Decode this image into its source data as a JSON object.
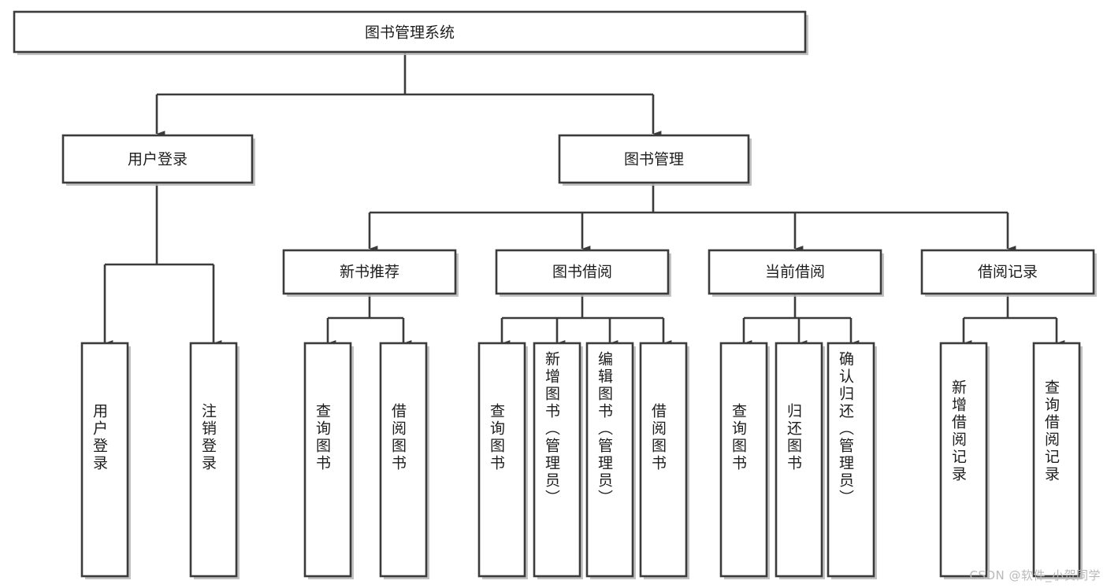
{
  "diagram": {
    "title": "图书管理系统",
    "type": "tree",
    "orientation": "top-down",
    "colors": {
      "stroke": "#3b3b3b",
      "box_fill": "#ffffff",
      "text": "#1d1d1d",
      "shadow": "#b8b8b8",
      "watermark": "#b9b9b9",
      "background": "#ffffff"
    },
    "root": {
      "label": "图书管理系统"
    },
    "level2": [
      {
        "label": "用户登录"
      },
      {
        "label": "图书管理"
      }
    ],
    "level3": [
      {
        "label": "新书推荐"
      },
      {
        "label": "图书借阅"
      },
      {
        "label": "当前借阅"
      },
      {
        "label": "借阅记录"
      }
    ],
    "leaves": {
      "user_login": [
        {
          "label": "用户登录"
        },
        {
          "label": "注销登录"
        }
      ],
      "new_book_recommend": [
        {
          "label": "查询图书"
        },
        {
          "label": "借阅图书"
        }
      ],
      "book_borrow": [
        {
          "label": "查询图书"
        },
        {
          "label": "新增图书（管理员）"
        },
        {
          "label": "编辑图书（管理员）"
        },
        {
          "label": "借阅图书"
        }
      ],
      "current_borrow": [
        {
          "label": "查询图书"
        },
        {
          "label": "归还图书"
        },
        {
          "label": "确认归还（管理员）"
        }
      ],
      "borrow_record": [
        {
          "label": "新增借阅记录"
        },
        {
          "label": "查询借阅记录"
        }
      ]
    },
    "watermark": "CSDN @软件_小贺同学"
  }
}
